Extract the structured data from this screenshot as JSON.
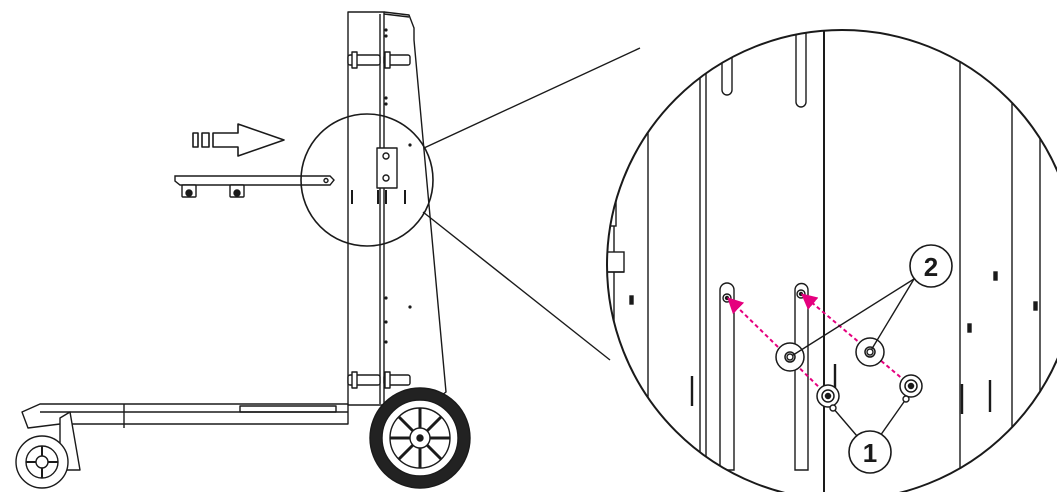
{
  "diagram": {
    "callouts": [
      {
        "id": "1",
        "label": "1"
      },
      {
        "id": "2",
        "label": "2"
      }
    ],
    "colors": {
      "line": "#1a1a1a",
      "guide": "#e5007e",
      "background": "#ffffff",
      "tire": "#222222"
    },
    "icons": {
      "direction": "right-arrow-icon",
      "detail": "magnifier-circle",
      "cart": "trolley-cart"
    }
  }
}
